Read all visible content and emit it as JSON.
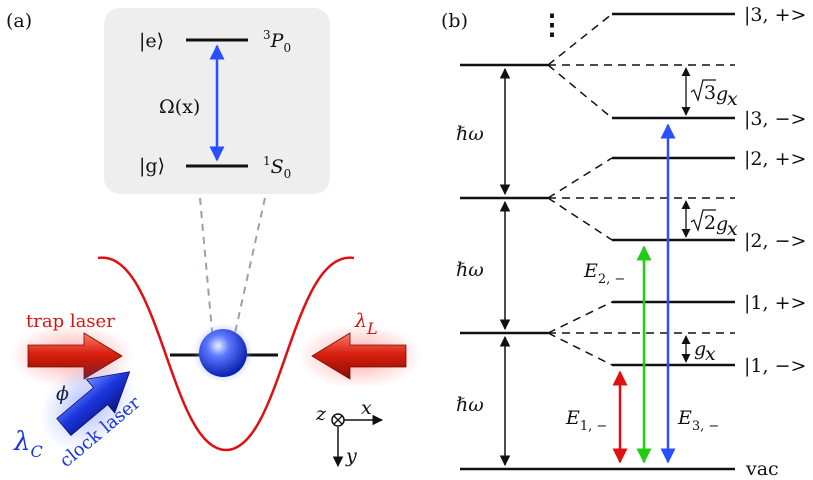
{
  "panel_a": {
    "label": "(a)",
    "ket_e": "|e⟩",
    "ket_g": "|g⟩",
    "state_e": {
      "sup": "3",
      "main": "P",
      "sub": "0"
    },
    "state_g": {
      "sup": "1",
      "main": "S",
      "sub": "0"
    },
    "rabi": "Ω(x)",
    "trap_laser": "trap laser",
    "clock_laser": "clock laser",
    "lambda_L": {
      "main": "λ",
      "sub": "L"
    },
    "lambda_C": {
      "main": "λ",
      "sub": "C"
    },
    "phi": "ϕ",
    "axis_z": "z",
    "axis_x": "x",
    "axis_y": "y",
    "colors": {
      "trap": "#e01010",
      "clock": "#1a35e0",
      "atom": "#2a4fff",
      "box": "#eeeeee"
    }
  },
  "panel_b": {
    "label": "(b)",
    "dots": "⋮",
    "hbar_omega": "ℏω",
    "levels": [
      {
        "n": "3",
        "sign": "+",
        "text": "|3, +>"
      },
      {
        "n": "3",
        "sign": "−",
        "text": "|3, −>"
      },
      {
        "n": "2",
        "sign": "+",
        "text": "|2, +>"
      },
      {
        "n": "2",
        "sign": "−",
        "text": "|2, −>"
      },
      {
        "n": "1",
        "sign": "+",
        "text": "|1, +>"
      },
      {
        "n": "1",
        "sign": "−",
        "text": "|1, −>"
      }
    ],
    "vac": "vac",
    "splittings": [
      {
        "root": "3",
        "sym": "g",
        "sub": "x"
      },
      {
        "root": "2",
        "sym": "g",
        "sub": "x"
      },
      {
        "root": "",
        "sym": "g",
        "sub": "x"
      }
    ],
    "energies": [
      {
        "main": "E",
        "sub": "1, −"
      },
      {
        "main": "E",
        "sub": "2, −"
      },
      {
        "main": "E",
        "sub": "3, −"
      }
    ],
    "colors": {
      "E1": "#e01010",
      "E2": "#22cc11",
      "E3": "#2a4fff"
    }
  }
}
